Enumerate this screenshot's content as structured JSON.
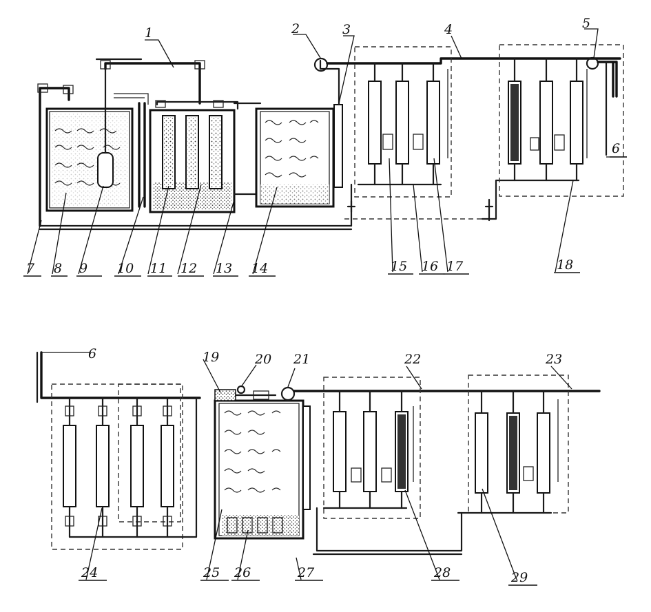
{
  "labels": {
    "n1": "1",
    "n2": "2",
    "n3": "3",
    "n4": "4",
    "n5": "5",
    "n6a": "6",
    "n7": "7",
    "n8": "8",
    "n9": "9",
    "n10": "10",
    "n11": "11",
    "n12": "12",
    "n13": "13",
    "n14": "14",
    "n15": "15",
    "n16": "16",
    "n17": "17",
    "n18": "18",
    "n6b": "6",
    "n19": "19",
    "n20": "20",
    "n21": "21",
    "n22": "22",
    "n23": "23",
    "n24": "24",
    "n25": "25",
    "n26": "26",
    "n27": "27",
    "n28": "28",
    "n29": "29"
  }
}
